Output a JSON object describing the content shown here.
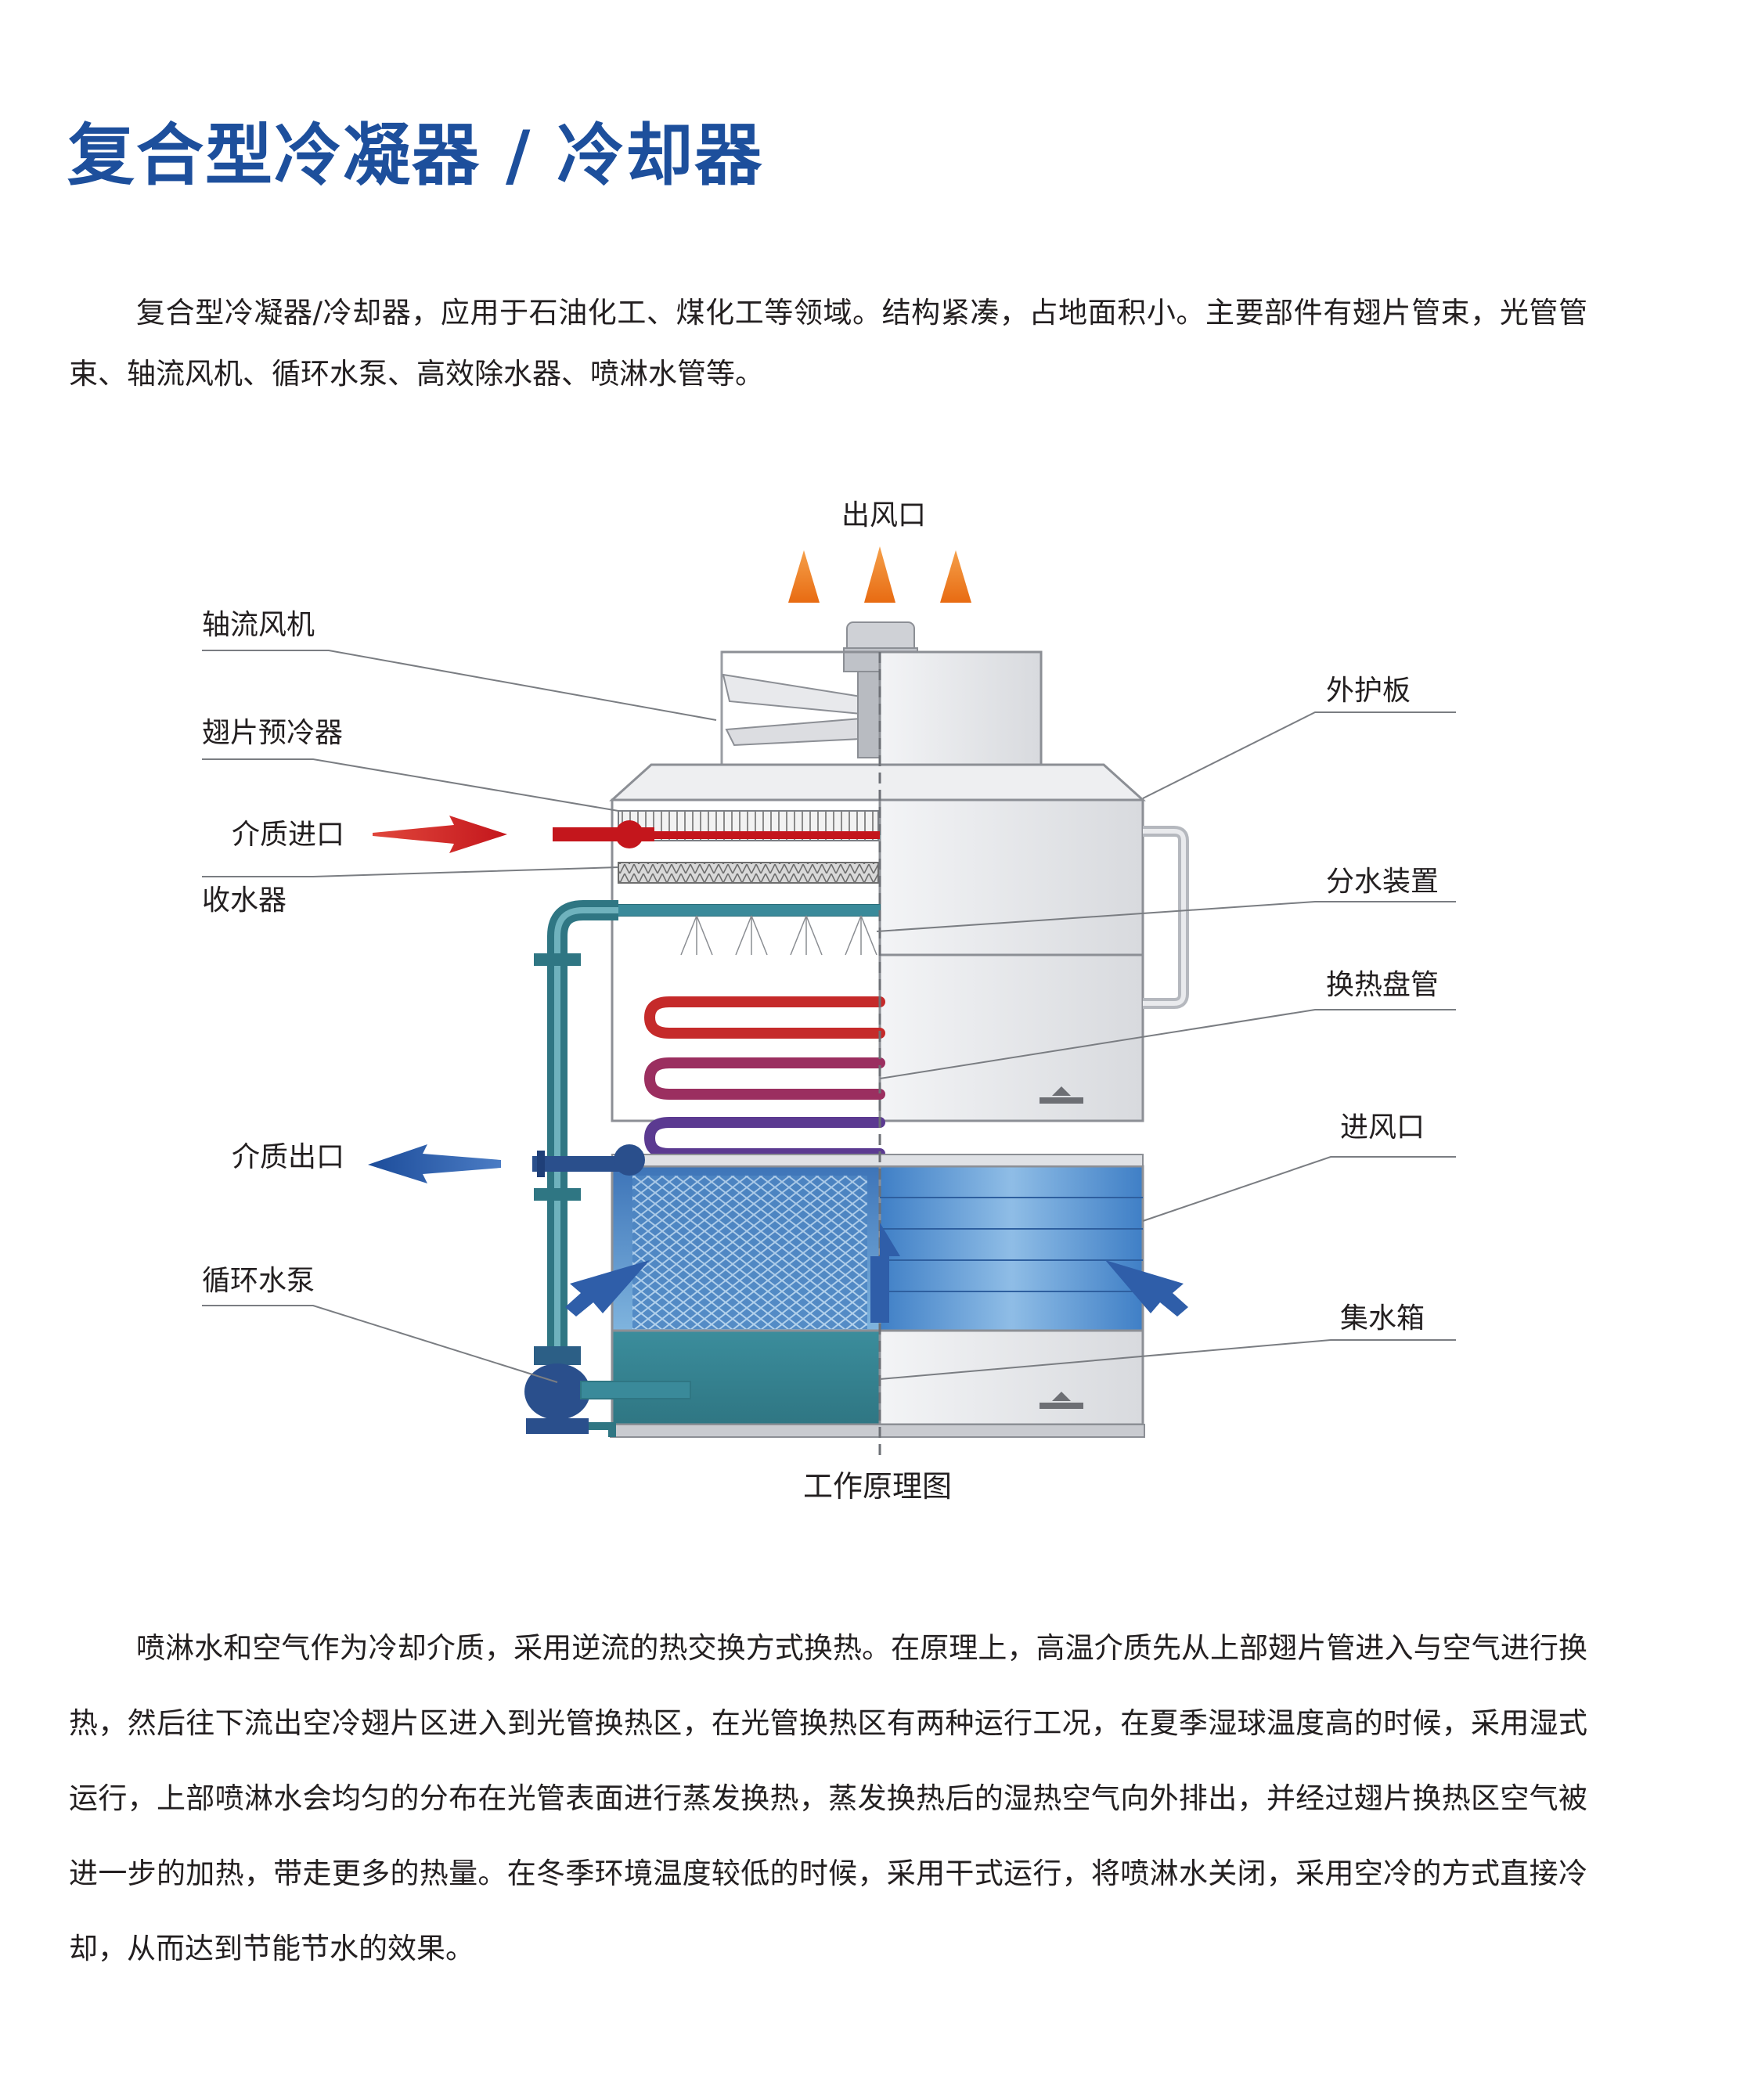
{
  "page": {
    "title": "复合型冷凝器 / 冷却器",
    "intro": "复合型冷凝器/冷却器，应用于石油化工、煤化工等领域。结构紧凑，占地面积小。主要部件有翅片管束，光管管束、轴流风机、循环水泵、高效除水器、喷淋水管等。",
    "description": "喷淋水和空气作为冷却介质，采用逆流的热交换方式换热。在原理上，高温介质先从上部翅片管进入与空气进行换热，然后往下流出空冷翅片区进入到光管换热区，在光管换热区有两种运行工况，在夏季湿球温度高的时候，采用湿式运行，上部喷淋水会均匀的分布在光管表面进行蒸发换热，蒸发换热后的湿热空气向外排出，并经过翅片换热区空气被进一步的加热，带走更多的热量。在冬季环境温度较低的时候，采用干式运行，将喷淋水关闭，采用空冷的方式直接冷却，从而达到节能节水的效果。"
  },
  "diagram": {
    "caption": "工作原理图",
    "labels": {
      "outlet_air": "出风口",
      "axial_fan": "轴流风机",
      "fin_precooler": "翅片预冷器",
      "medium_inlet": "介质进口",
      "water_collector": "收水器",
      "medium_outlet": "介质出口",
      "circulating_pump": "循环水泵",
      "outer_panel": "外护板",
      "water_distributor": "分水装置",
      "heat_exchange_coil": "换热盘管",
      "air_inlet": "进风口",
      "water_tank": "集水箱"
    },
    "colors": {
      "title_blue": "#1d4f9c",
      "hot_red": "#d7282f",
      "cool_blue": "#1f4f9e",
      "air_orange": "#f07b1d",
      "water_teal": "#3a8a9a",
      "panel_grey": "#e6e7ea"
    }
  }
}
